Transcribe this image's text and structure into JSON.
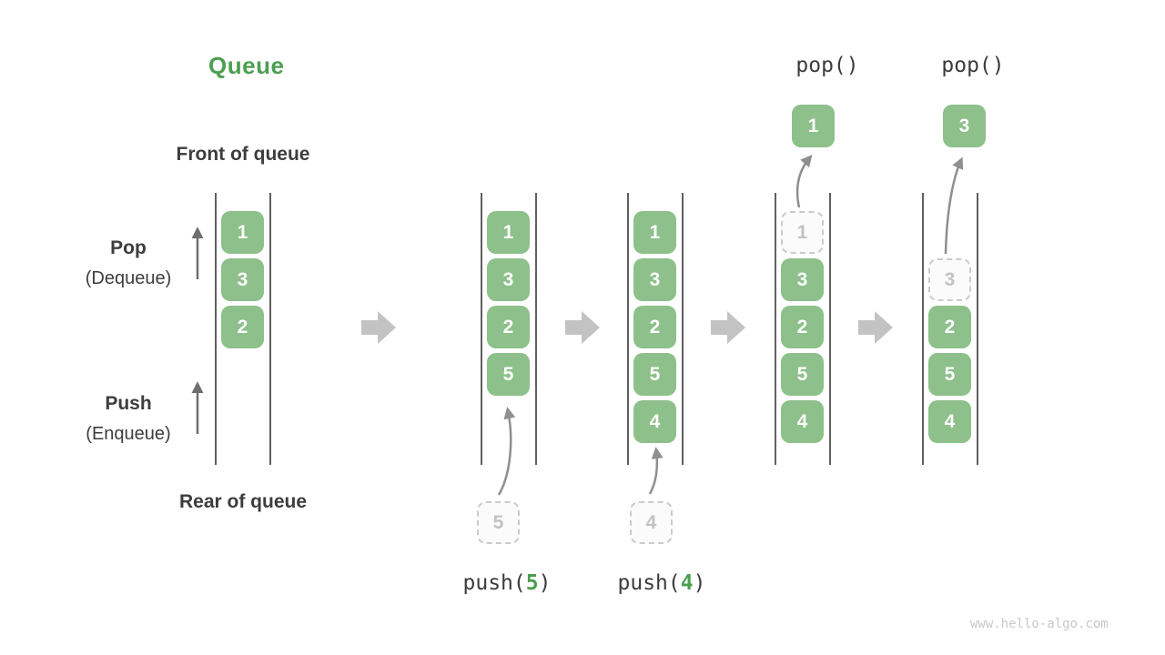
{
  "title": "Queue",
  "watermark": "www.hello-algo.com",
  "side_labels": {
    "front": "Front of queue",
    "rear": "Rear of queue",
    "pop": "Pop",
    "pop_sub": "(Dequeue)",
    "push": "Push",
    "push_sub": "(Enqueue)"
  },
  "ops": {
    "push5": {
      "fn": "push(",
      "arg": "5",
      "close": ")"
    },
    "push4": {
      "fn": "push(",
      "arg": "4",
      "close": ")"
    },
    "pop1": "pop()",
    "pop2": "pop()"
  },
  "stages": [
    {
      "slots": [
        "1",
        "3",
        "2"
      ]
    },
    {
      "slots": [
        "1",
        "3",
        "2",
        "5"
      ],
      "incoming": "5"
    },
    {
      "slots": [
        "1",
        "3",
        "2",
        "5",
        "4"
      ],
      "incoming": "4"
    },
    {
      "slots": [
        "1",
        "3",
        "2",
        "5",
        "4"
      ],
      "popped": "1"
    },
    {
      "slots": [
        "3",
        "2",
        "5",
        "4"
      ],
      "popped": "3"
    }
  ],
  "colors": {
    "box_green": "#8dc08a",
    "accent_green": "#4c9f50",
    "text_dark": "#3d3d3d",
    "rail_gray": "#606060",
    "flow_arrow_gray": "#c3c3c3",
    "dashed_border_gray": "#cbcbcb",
    "dashed_text_gray": "#c2c2c2",
    "thin_arrow_gray": "#6e6e6e"
  }
}
